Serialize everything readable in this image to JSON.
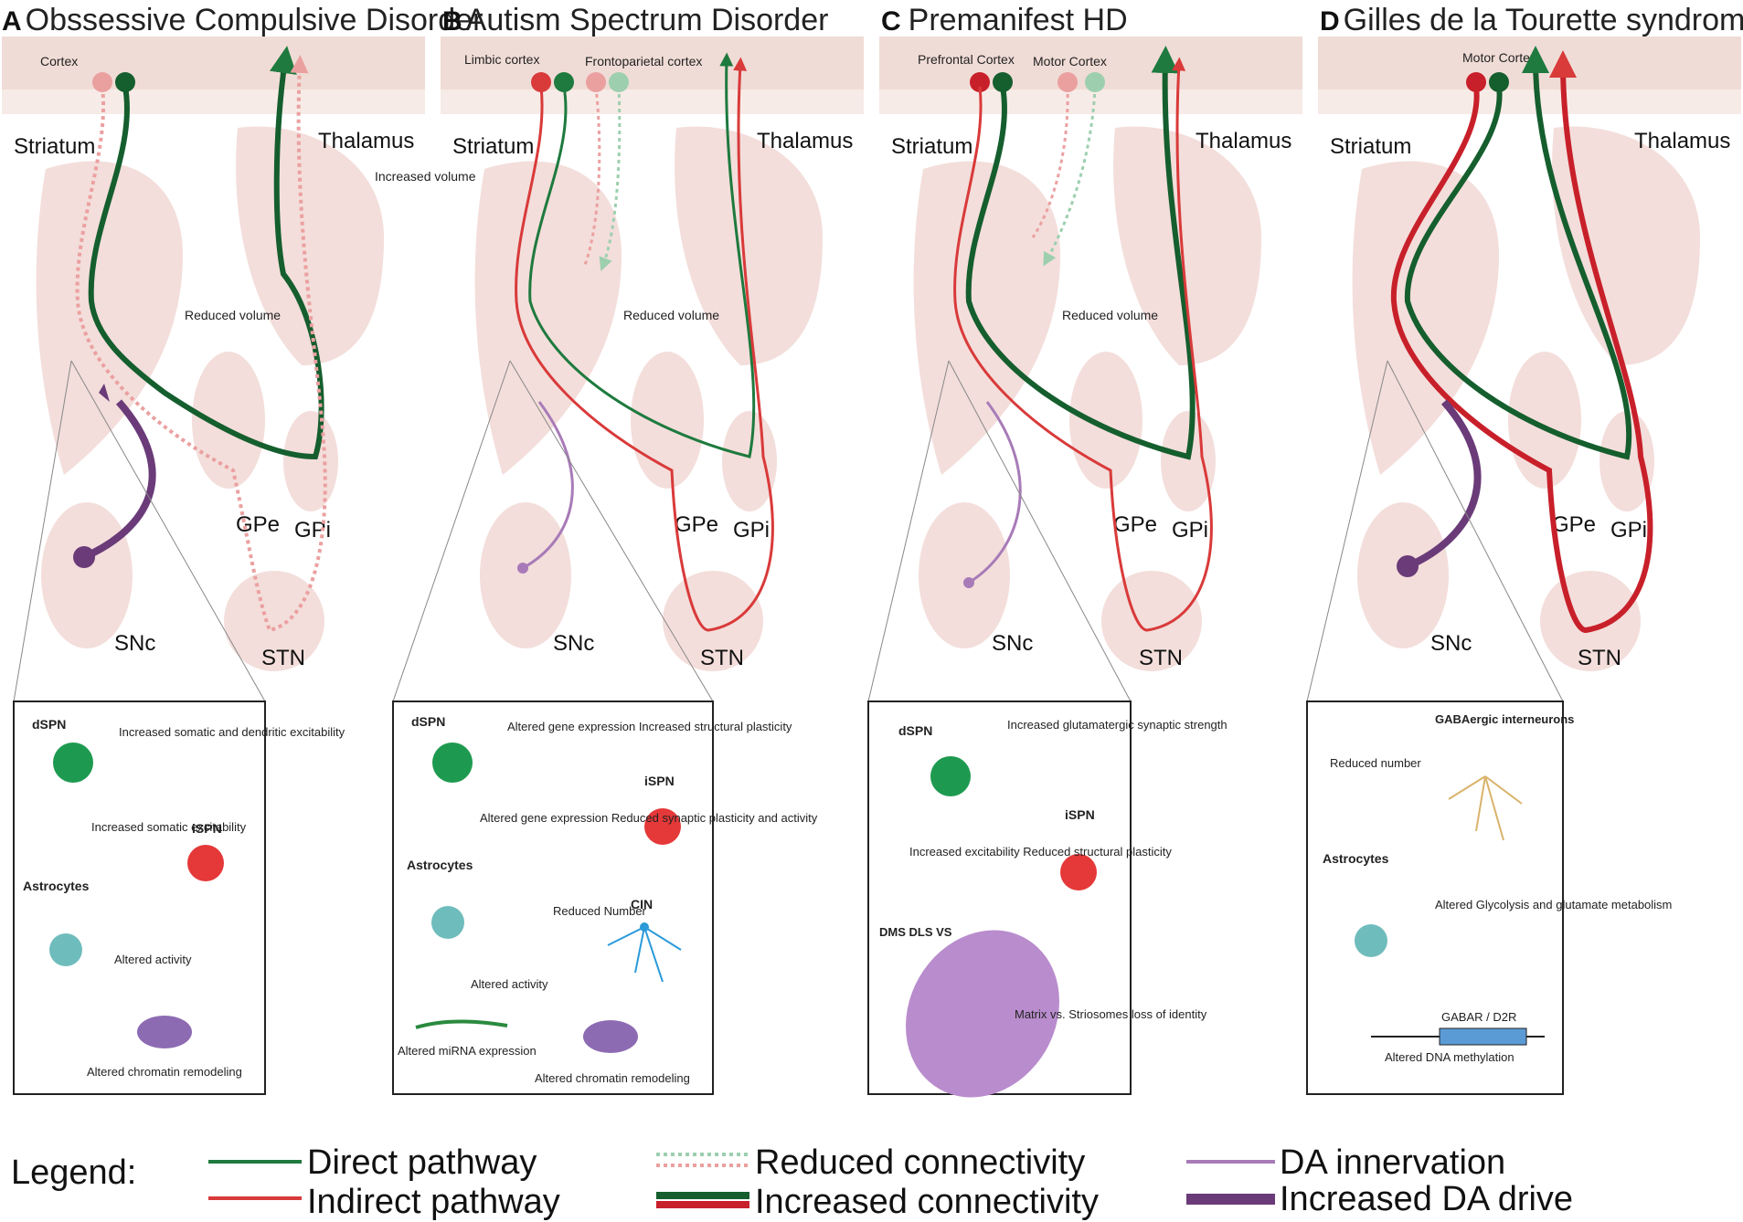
{
  "colors": {
    "direct": "#1e7a3e",
    "direct_dark": "#155e2e",
    "indirect": "#d93a3a",
    "indirect_light": "#eba0a0",
    "direct_light": "#9dcfae",
    "da": "#a87bb8",
    "da_dark": "#6a3b78",
    "region_fill": "#f3dedb",
    "cortex_band": "#f0dcd6"
  },
  "panels": [
    {
      "letter": "A",
      "title": "Obssessive Compulsive Disorder",
      "cortex_labels": [
        "Cortex"
      ],
      "regions": {
        "striatum": "Striatum",
        "thalamus": "Thalamus",
        "gpe": "GPe",
        "gpi": "GPi",
        "snc": "SNc",
        "stn": "STN"
      },
      "notes": [
        "Increased volume",
        "Reduced volume"
      ],
      "box": {
        "items": [
          {
            "name": "dSPN",
            "text": "Increased somatic and dendritic excitability"
          },
          {
            "name": "iSPN",
            "text": "Increased somatic excitability"
          },
          {
            "name": "Astrocytes",
            "text": "Altered activity"
          },
          {
            "name": "",
            "text": "Altered chromatin remodeling"
          }
        ]
      }
    },
    {
      "letter": "B",
      "title": "Autism Spectrum Disorder",
      "cortex_labels": [
        "Limbic cortex",
        "Frontoparietal cortex"
      ],
      "regions": {
        "striatum": "Striatum",
        "thalamus": "Thalamus",
        "gpe": "GPe",
        "gpi": "GPi",
        "snc": "SNc",
        "stn": "STN"
      },
      "notes": [
        "Reduced volume"
      ],
      "box": {
        "items": [
          {
            "name": "dSPN",
            "text": "Altered gene expression Increased structural plasticity"
          },
          {
            "name": "iSPN",
            "text": "Altered gene expression Reduced synaptic plasticity and activity"
          },
          {
            "name": "Astrocytes",
            "text": "Altered activity"
          },
          {
            "name": "CIN",
            "text": "Reduced Number"
          },
          {
            "name": "",
            "text": "Altered miRNA expression"
          },
          {
            "name": "",
            "text": "Altered chromatin remodeling"
          }
        ]
      }
    },
    {
      "letter": "C",
      "title": "Premanifest HD",
      "cortex_labels": [
        "Prefrontal Cortex",
        "Motor Cortex"
      ],
      "regions": {
        "striatum": "Striatum",
        "thalamus": "Thalamus",
        "gpe": "GPe",
        "gpi": "GPi",
        "snc": "SNc",
        "stn": "STN"
      },
      "notes": [
        "Reduced volume"
      ],
      "box": {
        "items": [
          {
            "name": "dSPN",
            "text": "Increased glutamatergic synaptic strength"
          },
          {
            "name": "iSPN",
            "text": "Increased excitability Reduced structural plasticity"
          },
          {
            "name": "DMS DLS VS",
            "text": ""
          },
          {
            "name": "",
            "text": "Matrix vs. Striosomes loss of identity"
          }
        ]
      }
    },
    {
      "letter": "D",
      "title": "Gilles de la Tourette syndrome",
      "cortex_labels": [
        "Motor Cortex"
      ],
      "regions": {
        "striatum": "Striatum",
        "thalamus": "Thalamus",
        "gpe": "GPe",
        "gpi": "GPi",
        "snc": "SNc",
        "stn": "STN"
      },
      "notes": [],
      "box": {
        "items": [
          {
            "name": "GABAergic interneurons",
            "text": "Reduced number"
          },
          {
            "name": "Astrocytes",
            "text": "Altered Glycolysis and glutamate metabolism"
          },
          {
            "name": "GABAR / D2R",
            "text": "Altered DNA methylation"
          }
        ]
      }
    }
  ],
  "legend": {
    "title": "Legend:",
    "items": [
      "Direct pathway",
      "Indirect pathway",
      "Reduced connectivity",
      "Increased connectivity",
      "DA innervation",
      "Increased DA drive"
    ]
  }
}
